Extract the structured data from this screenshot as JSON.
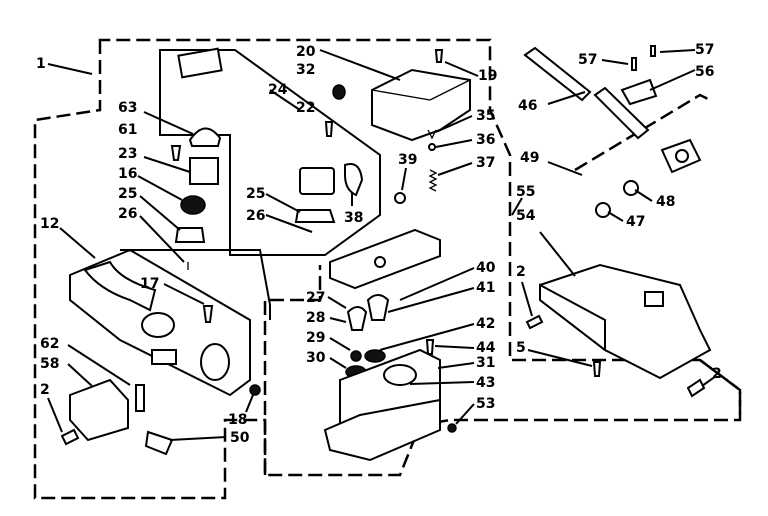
{
  "callouts": {
    "c1": "1",
    "c20": "20",
    "c32": "32",
    "c24": "24",
    "c22": "22",
    "c19": "19",
    "c57a": "57",
    "c57b": "57",
    "c56": "56",
    "c46": "46",
    "c63": "63",
    "c61": "61",
    "c23": "23",
    "c16": "16",
    "c25a": "25",
    "c26a": "26",
    "c35": "35",
    "c36": "36",
    "c37": "37",
    "c39": "39",
    "c38": "38",
    "c25b": "25",
    "c26b": "26",
    "c49": "49",
    "c48": "48",
    "c47": "47",
    "c55": "55",
    "c54": "54",
    "c12": "12",
    "c17": "17",
    "c40": "40",
    "c41": "41",
    "c27": "27",
    "c28": "28",
    "c29": "29",
    "c30": "30",
    "c42": "42",
    "c44": "44",
    "c31": "31",
    "c43": "43",
    "c53": "53",
    "c62": "62",
    "c58": "58",
    "c2a": "2",
    "c18": "18",
    "c50": "50",
    "c2b": "2",
    "c5": "5",
    "c2c": "2"
  }
}
